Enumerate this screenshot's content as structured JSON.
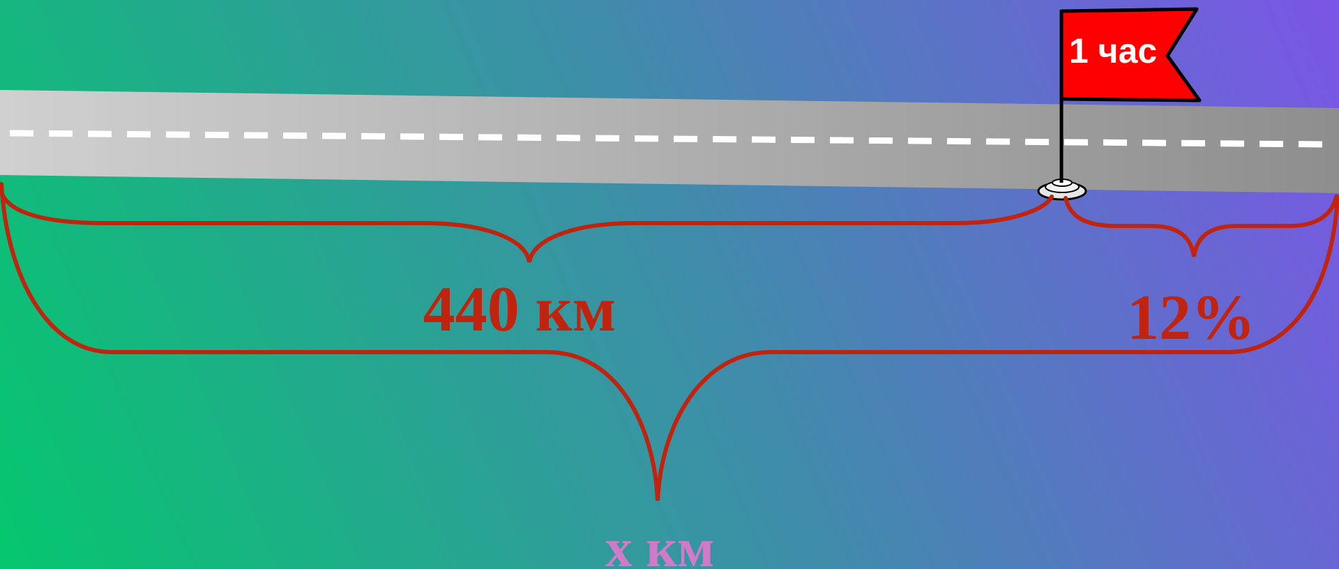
{
  "flag": {
    "label": "1 час",
    "color": "#ff0000",
    "text_color": "#ffffff"
  },
  "labels": {
    "left_segment": "440 км",
    "right_segment": "12%",
    "total": "x км"
  },
  "colors": {
    "bg_start": "#05c76e",
    "bg_mid": "#3a93a8",
    "bg_end": "#7b55e6",
    "road_light": "#cfcfcf",
    "road_dark": "#8f8f8f",
    "dash": "#ffffff",
    "brace": "#c0240e",
    "total_label": "#d07ac8"
  }
}
